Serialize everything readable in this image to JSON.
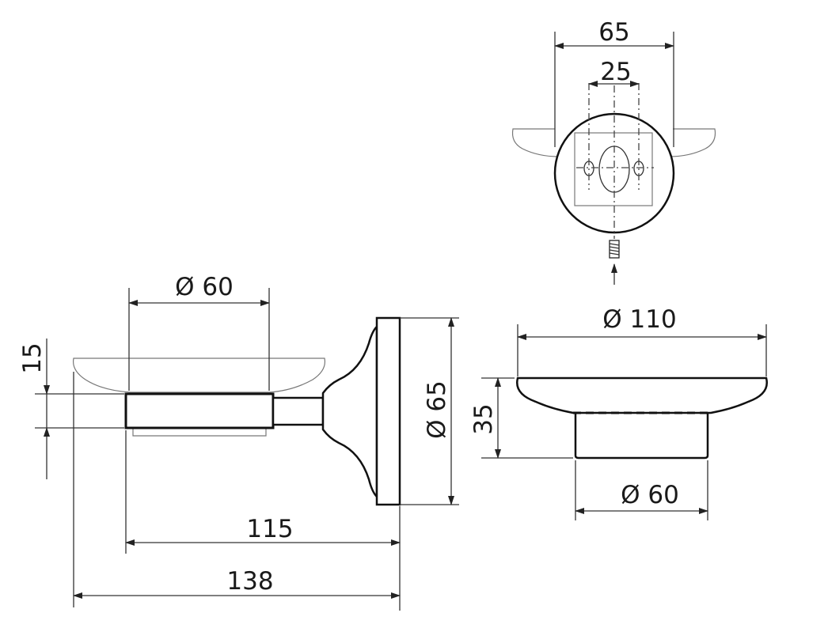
{
  "diagram": {
    "dimensions": {
      "front_overall_width": "65",
      "front_hole_spacing": "25",
      "side_dish_diameter": "Ø 60",
      "side_dish_height": "15",
      "side_plate_diameter": "Ø 65",
      "side_length_to_plate": "115",
      "side_overall_length": "138",
      "dish_top_diameter": "Ø 110",
      "dish_height": "35",
      "dish_bottom_diameter": "Ø 60"
    }
  }
}
